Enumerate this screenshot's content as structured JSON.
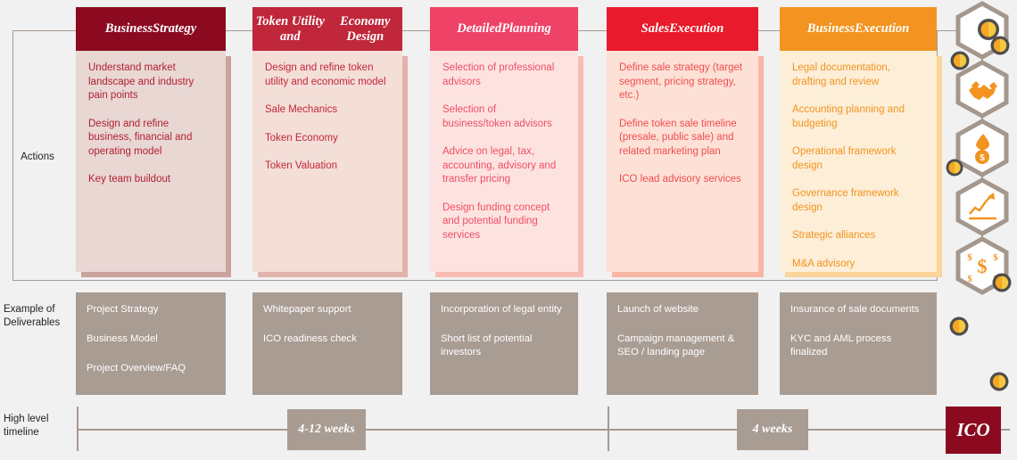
{
  "row_labels": {
    "actions": "Actions",
    "deliverables": "Example of\nDeliverables",
    "timeline": "High level\ntimeline"
  },
  "colors": {
    "phase1": "#8B0A20",
    "phase2": "#C0273A",
    "phase3": "#EE4267",
    "phase4": "#E81A2B",
    "phase5": "#F2941F",
    "deliverable_bg": "#a99c93",
    "line": "#a79a92",
    "page_bg": "#f1f1f1",
    "hex_stroke": "#a3978e",
    "icon_orange": "#F2941F",
    "dot_ring": "#4d4d4d"
  },
  "phases": [
    {
      "title": "Business\nStrategy",
      "header_color": "#8B0A20",
      "body_color": "#e9d7d4",
      "shadow_color": "#cba39d",
      "text_color": "#b01f30",
      "actions": [
        "Understand market landscape and industry pain points",
        "Design and refine business, financial and operating model",
        "Key team buildout"
      ],
      "deliverables": [
        "Project Strategy",
        "Business Model",
        "Project Overview/FAQ"
      ]
    },
    {
      "title": "Token Utility and\nEconomy Design",
      "header_color": "#C0273A",
      "body_color": "#f4ded8",
      "shadow_color": "#e0b3ab",
      "text_color": "#c0273a",
      "actions": [
        "Design and refine token utility and economic model",
        "Sale Mechanics",
        "Token Economy",
        "Token Valuation"
      ],
      "deliverables": [
        "Whitepaper support",
        "ICO readiness check"
      ]
    },
    {
      "title": "Detailed\nPlanning",
      "header_color": "#EE4267",
      "body_color": "#fde3e0",
      "shadow_color": "#f8bcb5",
      "text_color": "#ef4e64",
      "actions": [
        "Selection of professional advisors",
        "Selection of business/token advisors",
        "Advice on legal, tax, accounting, advisory and transfer pricing",
        "Design funding concept and potential funding services"
      ],
      "deliverables": [
        "Incorporation of legal entity",
        "Short list of potential investors"
      ]
    },
    {
      "title": "Sales\nExecution",
      "header_color": "#E81A2B",
      "body_color": "#fde1d7",
      "shadow_color": "#f8b6a4",
      "text_color": "#ef4e4e",
      "actions": [
        "Define sale strategy (target segment, pricing strategy, etc.)",
        "Define token sale timeline (presale, public sale) and related marketing plan",
        "ICO lead advisory services"
      ],
      "deliverables": [
        "Launch of website",
        "Campaign management & SEO / landing page"
      ]
    },
    {
      "title": "Business\nExecution",
      "header_color": "#F2941F",
      "body_color": "#fdeed8",
      "shadow_color": "#fbd49a",
      "text_color": "#f2941f",
      "actions": [
        "Legal documentation, drafting and review",
        "Accounting planning and budgeting",
        "Operational framework design",
        "Governance framework design",
        "Strategic alliances",
        "M&A advisory"
      ],
      "deliverables": [
        "Insurance of sale documents",
        "KYC and AML process finalized"
      ]
    }
  ],
  "timeline": {
    "chips": [
      {
        "label": "4-12 weeks"
      },
      {
        "label": "4 weeks"
      }
    ],
    "milestone": "ICO"
  },
  "hex_icons": [
    {
      "name": "coins-stack-icon"
    },
    {
      "name": "handshake-icon"
    },
    {
      "name": "money-drop-icon"
    },
    {
      "name": "growth-chart-icon"
    },
    {
      "name": "dollar-signs-icon"
    }
  ]
}
